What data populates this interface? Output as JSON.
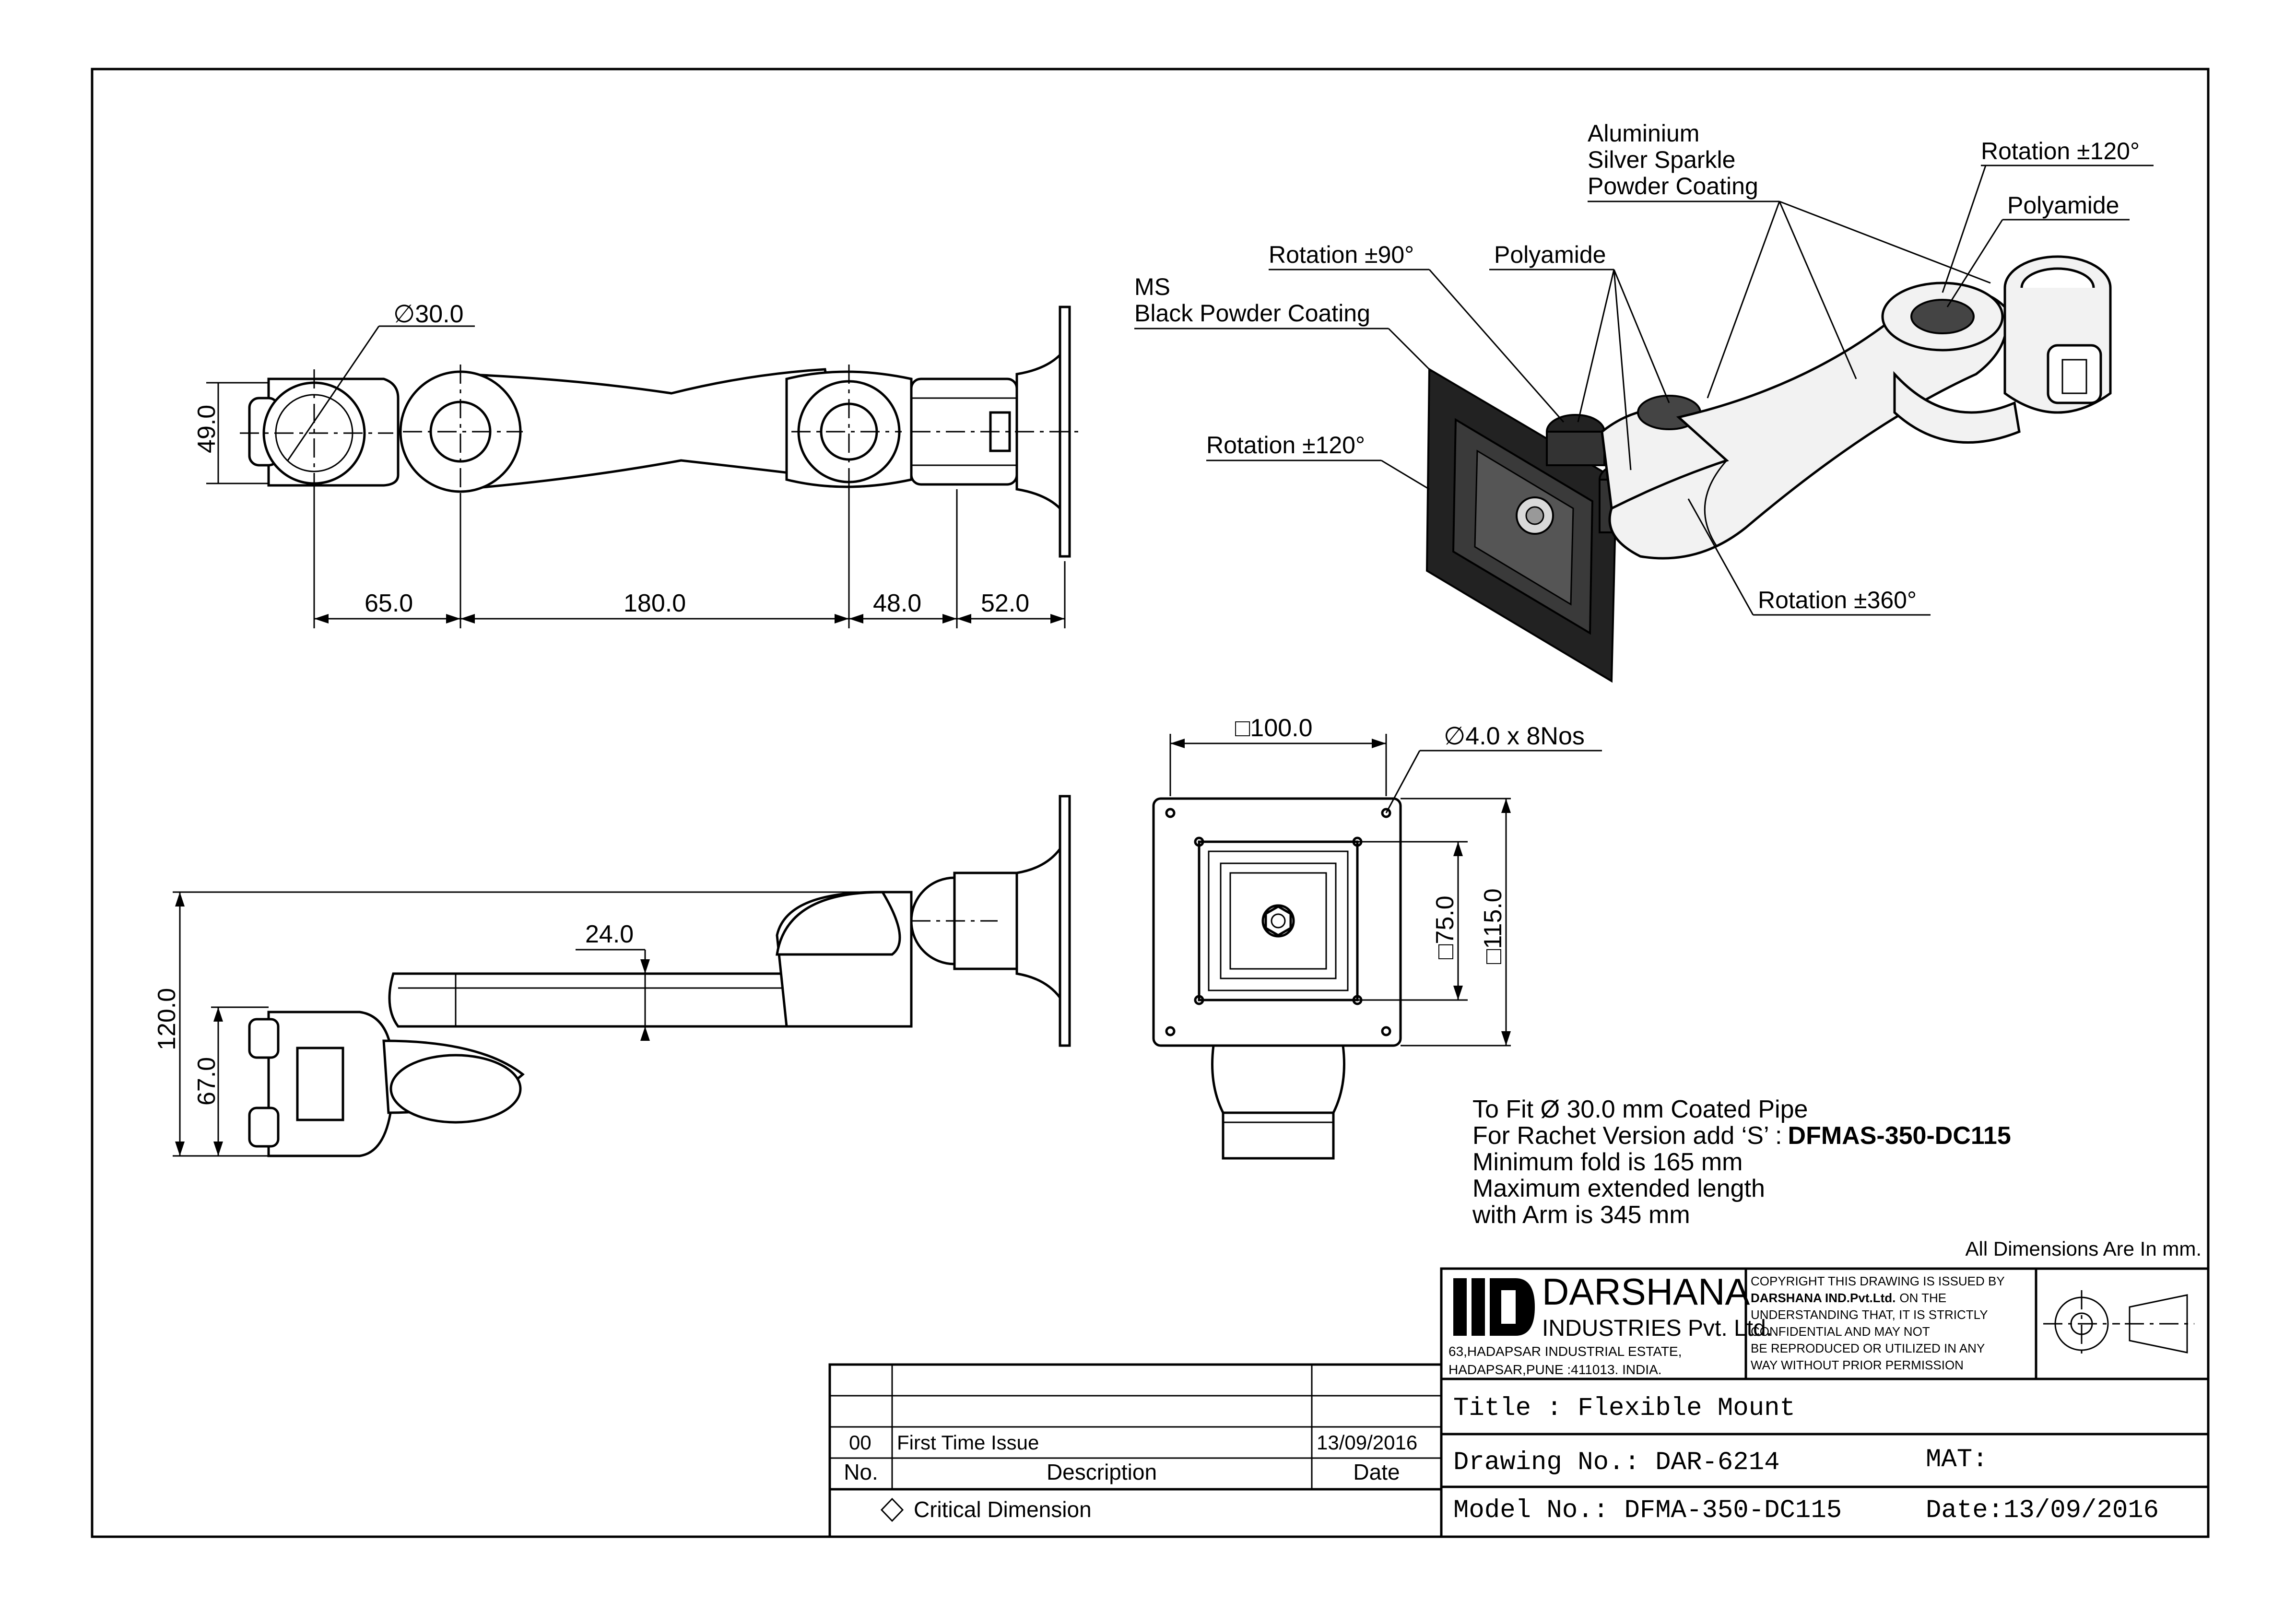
{
  "drawing": {
    "top_view_dims": {
      "pipe_dia": "∅30.0",
      "height": "49.0",
      "seg1": "65.0",
      "seg2": "180.0",
      "seg3": "48.0",
      "seg4": "52.0"
    },
    "side_view_dims": {
      "overall_height": "120.0",
      "clamp_height": "67.0",
      "arm_thickness": "24.0"
    },
    "plate_view_dims": {
      "plate_width": "□100.0",
      "holes": "∅4.0 x 8Nos",
      "inner_square": "□75.0",
      "outer_square": "□115.0"
    },
    "callouts": {
      "aluminium": [
        "Aluminium",
        "Silver Sparkle",
        "Powder Coating"
      ],
      "rotation_120_top": "Rotation ±120°",
      "polyamide_right": "Polyamide",
      "rotation_90": "Rotation ±90°",
      "polyamide_mid": "Polyamide",
      "ms": [
        "MS",
        "Black Powder Coating"
      ],
      "rotation_120_left": "Rotation ±120°",
      "rotation_360": "Rotation ±360°"
    },
    "notes": {
      "line1": "To Fit Ø 30.0 mm Coated Pipe",
      "line2_prefix": "For Rachet Version add ‘S’ :",
      "line2_bold": "DFMAS-350-DC115",
      "line3": "Minimum fold is 165 mm",
      "line4": "Maximum extended length",
      "line5": "with Arm is 345 mm"
    },
    "all_dims_note": "All Dimensions Are In mm."
  },
  "title_block": {
    "company": "DARSHANA",
    "company_sub": "INDUSTRIES Pvt. Ltd.",
    "address1": "63,HADAPSAR INDUSTRIAL ESTATE,",
    "address2": "HADAPSAR,PUNE :411013. INDIA.",
    "copyright": [
      "COPYRIGHT THIS DRAWING IS ISSUED BY",
      "DARSHANA IND.Pvt.Ltd.",
      "ON THE",
      "UNDERSTANDING THAT, IT IS STRICTLY",
      "CONFIDENTIAL AND MAY NOT",
      "BE REPRODUCED OR UTILIZED IN ANY",
      "WAY WITHOUT PRIOR PERMISSION"
    ],
    "title": "Title : Flexible Mount",
    "drawing_no": "Drawing No.: DAR-6214",
    "mat": "MAT:",
    "model_no": "Model No.: DFMA-350-DC115",
    "date": "Date:13/09/2016"
  },
  "revision_table": {
    "rows": [
      {
        "no": "00",
        "description": "First Time Issue",
        "date": "13/09/2016"
      }
    ],
    "headers": {
      "no": "No.",
      "description": "Description",
      "date": "Date"
    },
    "critical": "Critical Dimension"
  }
}
